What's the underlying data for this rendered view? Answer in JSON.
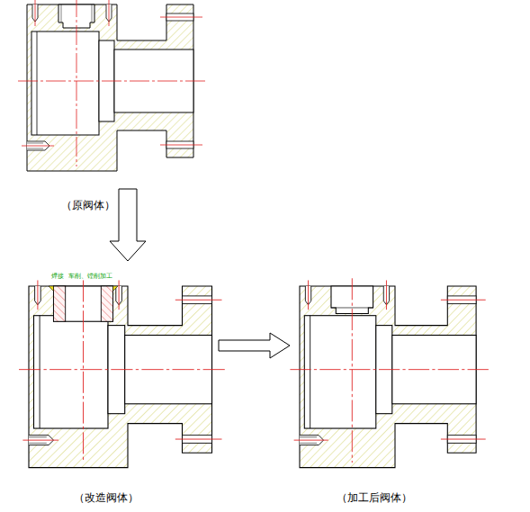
{
  "diagram": {
    "labels": [
      "（原阀体）",
      "（改造阀体）",
      "（加工后阀体）",
      "焊接",
      "车削、镗削加工"
    ]
  }
}
